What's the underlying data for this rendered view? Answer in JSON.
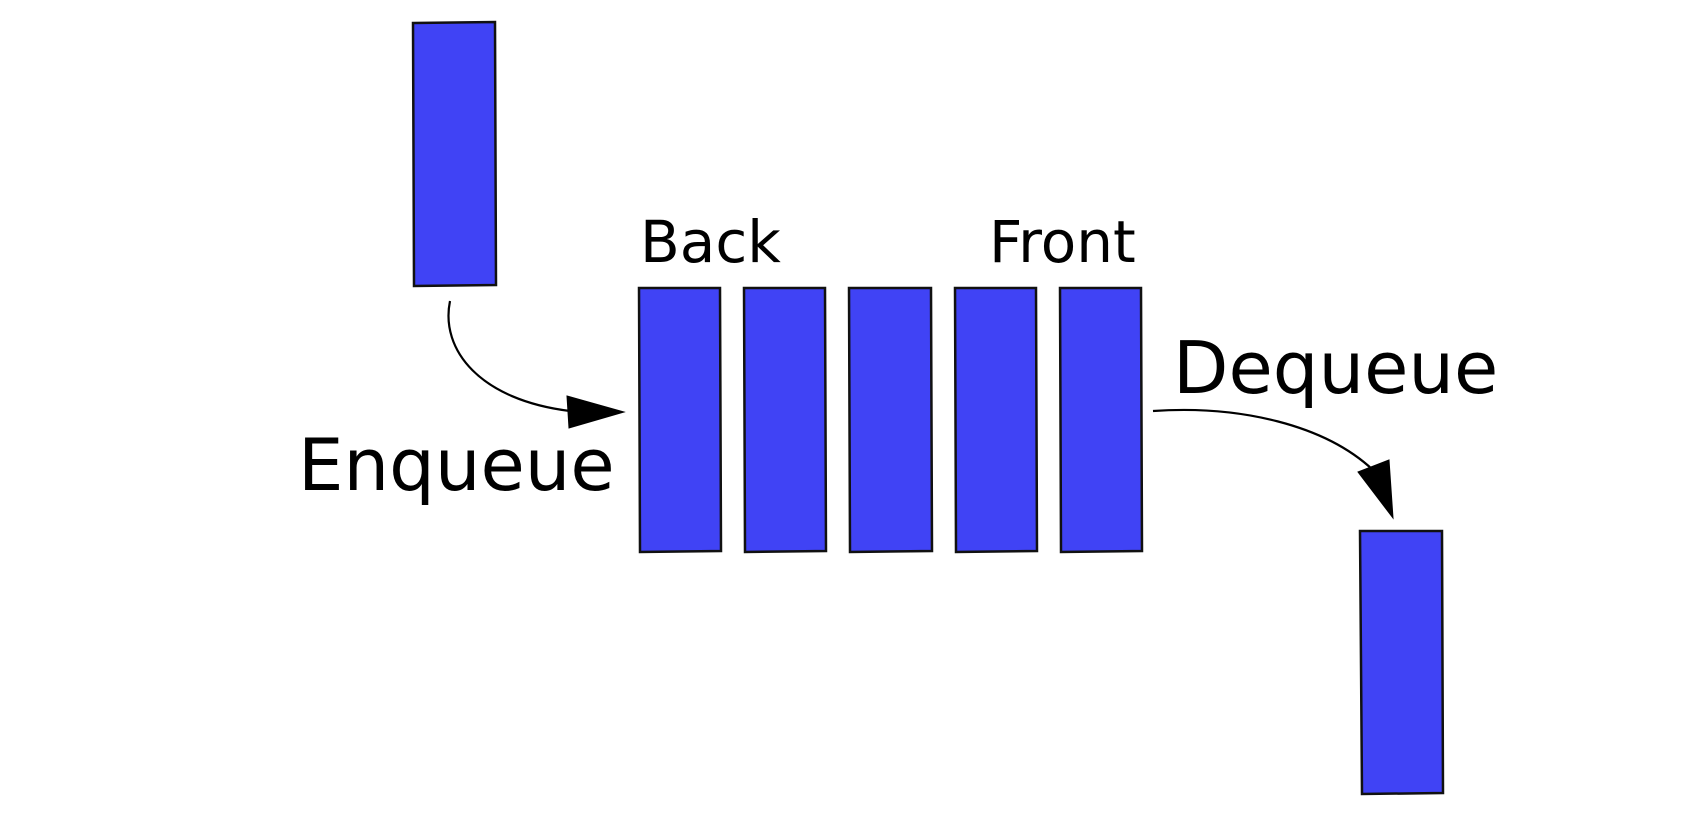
{
  "labels": {
    "back": "Back",
    "front": "Front",
    "enqueue": "Enqueue",
    "dequeue": "Dequeue"
  },
  "queue": {
    "element_count": 5,
    "element_color": "#4043f5",
    "outline_color": "#111111"
  },
  "incoming_element": {
    "color": "#4043f5"
  },
  "outgoing_element": {
    "color": "#4043f5"
  },
  "arrow_color": "#000000",
  "background_color": "#ffffff"
}
